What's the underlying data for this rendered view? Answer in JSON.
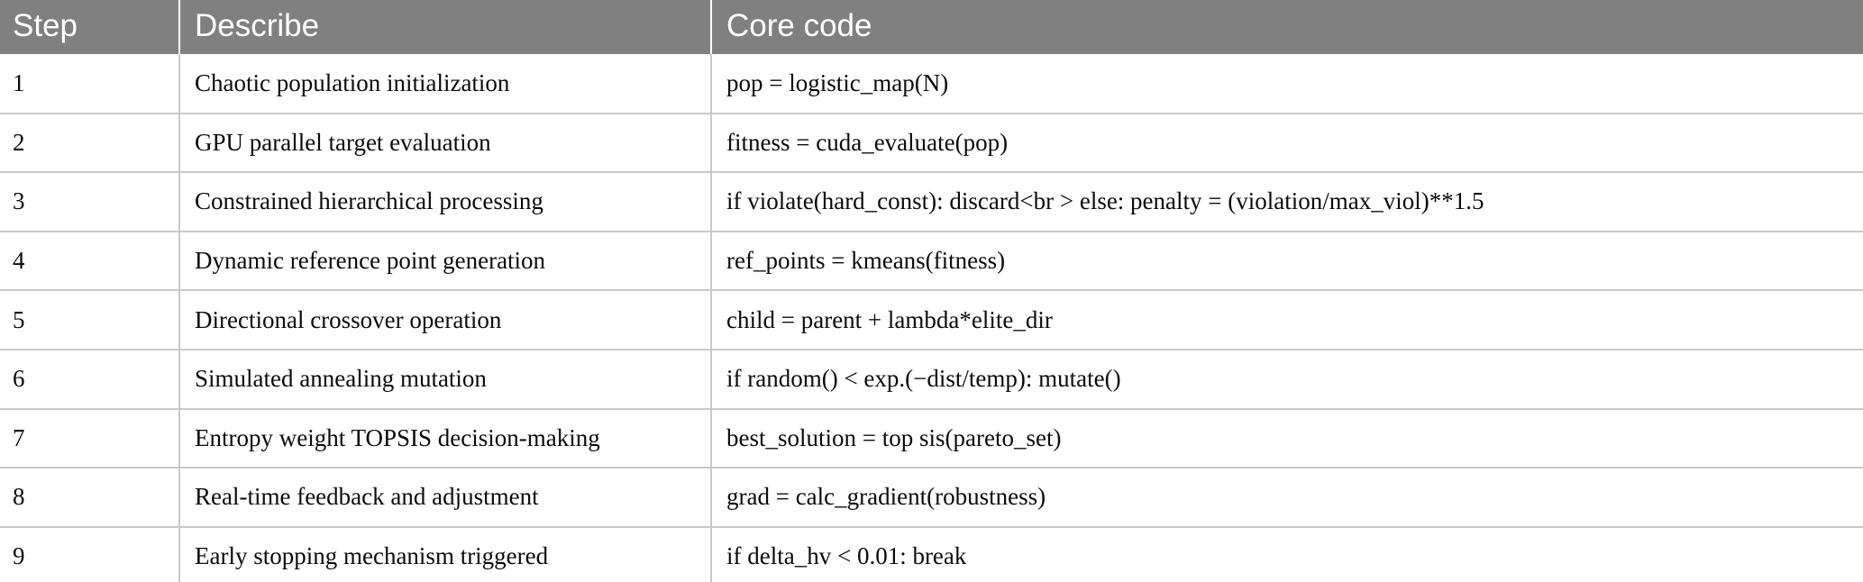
{
  "table": {
    "header": {
      "columns": [
        {
          "label": "Step"
        },
        {
          "label": "Describe"
        },
        {
          "label": "Core code"
        }
      ],
      "background_color": "#808080",
      "text_color": "#ffffff"
    },
    "border_color": "#c9c9c9",
    "rows": [
      {
        "step": "1",
        "describe": "Chaotic population initialization",
        "code": "pop = logistic_map(N)"
      },
      {
        "step": "2",
        "describe": "GPU parallel target evaluation",
        "code": "fitness = cuda_evaluate(pop)"
      },
      {
        "step": "3",
        "describe": "Constrained hierarchical processing",
        "code": "if violate(hard_const): discard<br > else: penalty = (violation/max_viol)**1.5"
      },
      {
        "step": "4",
        "describe": "Dynamic reference point generation",
        "code": "ref_points = kmeans(fitness)"
      },
      {
        "step": "5",
        "describe": "Directional crossover operation",
        "code": "child = parent + lambda*elite_dir"
      },
      {
        "step": "6",
        "describe": "Simulated annealing mutation",
        "code": "if random() < exp.(−dist/temp): mutate()"
      },
      {
        "step": "7",
        "describe": "Entropy weight TOPSIS decision-making",
        "code": "best_solution = top sis(pareto_set)"
      },
      {
        "step": "8",
        "describe": "Real-time feedback and adjustment",
        "code": "grad = calc_gradient(robustness)"
      },
      {
        "step": "9",
        "describe": "Early stopping mechanism triggered",
        "code": "if delta_hv < 0.01: break"
      }
    ]
  }
}
